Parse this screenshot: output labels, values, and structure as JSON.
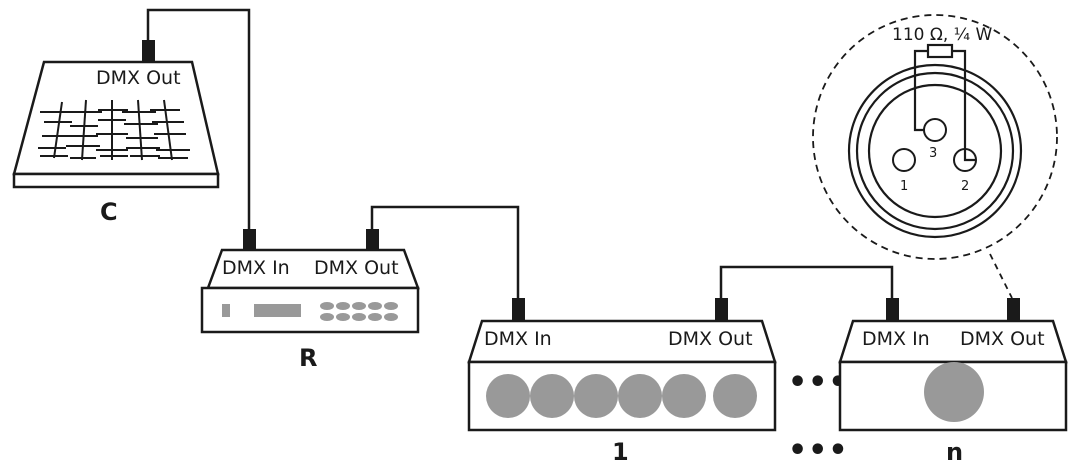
{
  "controller": {
    "port_label": "DMX Out",
    "id": "C"
  },
  "repeater": {
    "in_label": "DMX In",
    "out_label": "DMX Out",
    "id": "R"
  },
  "device_first": {
    "in_label": "DMX In",
    "out_label": "DMX Out",
    "id": "1"
  },
  "device_last": {
    "in_label": "DMX In",
    "out_label": "DMX Out",
    "id": "n"
  },
  "ellipsis": {
    "middle": "•••",
    "bottom": "•••"
  },
  "terminator": {
    "resistor_label": "110 Ω, ¼ W",
    "pins": [
      "1",
      "2",
      "3"
    ]
  },
  "colors": {
    "line": "#1a1a1a",
    "fill_gray": "#999999",
    "bg": "#ffffff"
  }
}
